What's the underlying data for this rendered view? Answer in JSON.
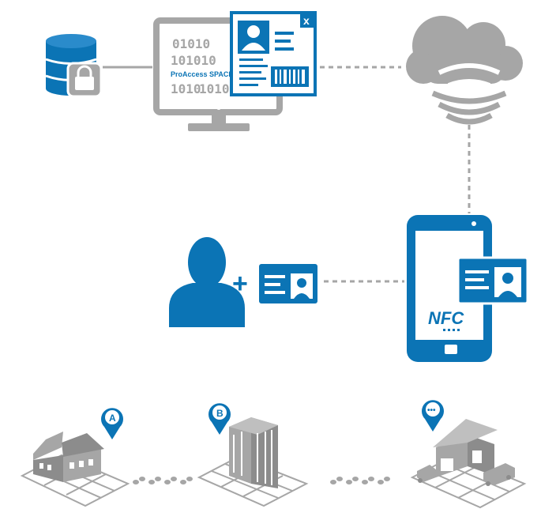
{
  "monitor": {
    "label": "ProAccess SPACE",
    "binary_lines": [
      "01010",
      "101010",
      "1010",
      "101010"
    ],
    "close_glyph": "x"
  },
  "phone": {
    "label": "NFC"
  },
  "connector": {
    "plus": "+"
  },
  "locations": {
    "a": {
      "pin": "A"
    },
    "b": {
      "pin": "B"
    },
    "c": {
      "pin": "•••"
    }
  },
  "colors": {
    "blue": "#0b74b5",
    "gray": "#a6a6a6",
    "dark_gray": "#8c8c8c",
    "white": "#ffffff"
  },
  "icons": [
    "database-lock-icon",
    "monitor-icon",
    "id-card-icon",
    "cloud-wireless-icon",
    "user-icon",
    "smartphone-nfc-icon",
    "house-icon",
    "office-building-icon",
    "warehouse-icon",
    "location-pin-icon",
    "footsteps-icon"
  ]
}
